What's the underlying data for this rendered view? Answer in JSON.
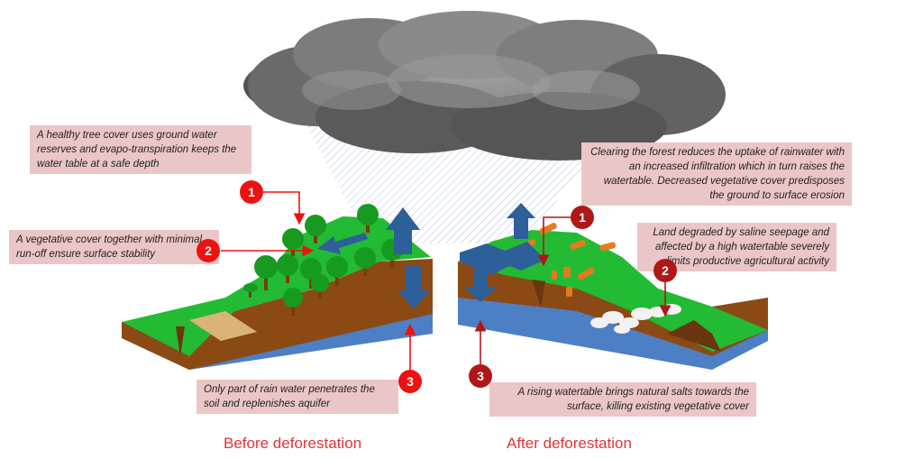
{
  "colors": {
    "callout_bg": "#ebc6c6",
    "arrow_red": "#ee1111",
    "badge_dark": "#b01717",
    "caption_red": "#e03333",
    "grass": "#22bb33",
    "soil": "#8b4a14",
    "water": "#4d7fc4",
    "flow_arrow": "#2d5f99"
  },
  "before": {
    "caption": "Before deforestation",
    "callouts": [
      {
        "number": "1",
        "text": "A healthy tree cover uses ground water reserves and evapo-transpiration keeps the water table at a safe depth"
      },
      {
        "number": "2",
        "text": "A vegetative cover together with minimal run-off ensure surface stability"
      },
      {
        "number": "3",
        "text": "Only part of rain water penetrates the soil and replenishes aquifer"
      }
    ]
  },
  "after": {
    "caption": "After deforestation",
    "callouts": [
      {
        "number": "1",
        "text": "Clearing the forest reduces the uptake of rainwater with an increased infiltration which in turn raises the watertable. Decreased vegetative cover predisposes the ground to surface erosion"
      },
      {
        "number": "2",
        "text": "Land degraded by saline seepage and affected by a high watertable severely limits productive agricultural activity"
      },
      {
        "number": "3",
        "text": "A rising watertable brings natural salts towards the surface, killing existing vegetative cover"
      }
    ]
  }
}
